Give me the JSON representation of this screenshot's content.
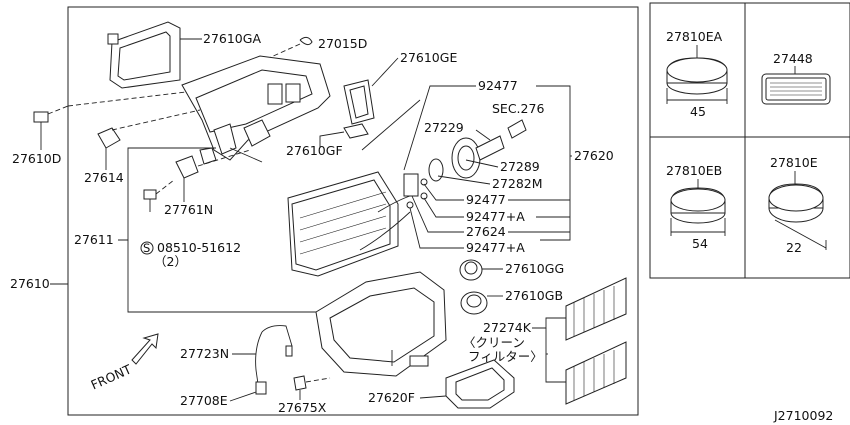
{
  "diagram_code": "J2710092",
  "callouts": {
    "p27610GA": "27610GA",
    "p27015D": "27015D",
    "p27610GE": "27610GE",
    "p92477_top": "92477",
    "sec276": "SEC.276",
    "p27229": "27229",
    "p27289": "27289",
    "p27282M": "27282M",
    "p92477_mid": "92477",
    "p92477A_1": "92477+A",
    "p27624": "27624",
    "p92477A_2": "92477+A",
    "p27620": "27620",
    "p27610GF": "27610GF",
    "p27610D": "27610D",
    "p27614": "27614",
    "p27761N": "27761N",
    "p27611": "27611",
    "screw_num": "08510-51612",
    "screw_qty": "（2）",
    "screw_symbol": "S",
    "p27610": "27610",
    "p27610GG": "27610GG",
    "p27610GB": "27610GB",
    "p27274K": "27274K",
    "filter_note_1": "〈クリーン",
    "filter_note_2": "フィルター〉",
    "front": "FRONT",
    "p27723N": "27723N",
    "p27708E": "27708E",
    "p27675X": "27675X",
    "p27620F": "27620F"
  },
  "side_panels": {
    "p27810EA": "27810EA",
    "size_45": "45",
    "p27448": "27448",
    "p27810EB": "27810EB",
    "size_54": "54",
    "p27810E": "27810E",
    "size_22": "22"
  }
}
